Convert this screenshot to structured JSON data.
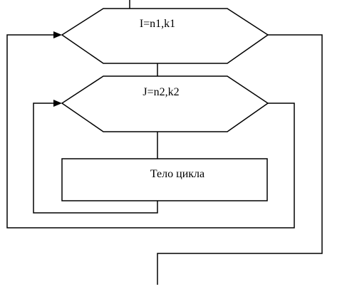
{
  "diagram": {
    "outer_loop_header": "I=n1,k1",
    "inner_loop_header": "J=n2,k2",
    "loop_body": "Тело цикла"
  }
}
